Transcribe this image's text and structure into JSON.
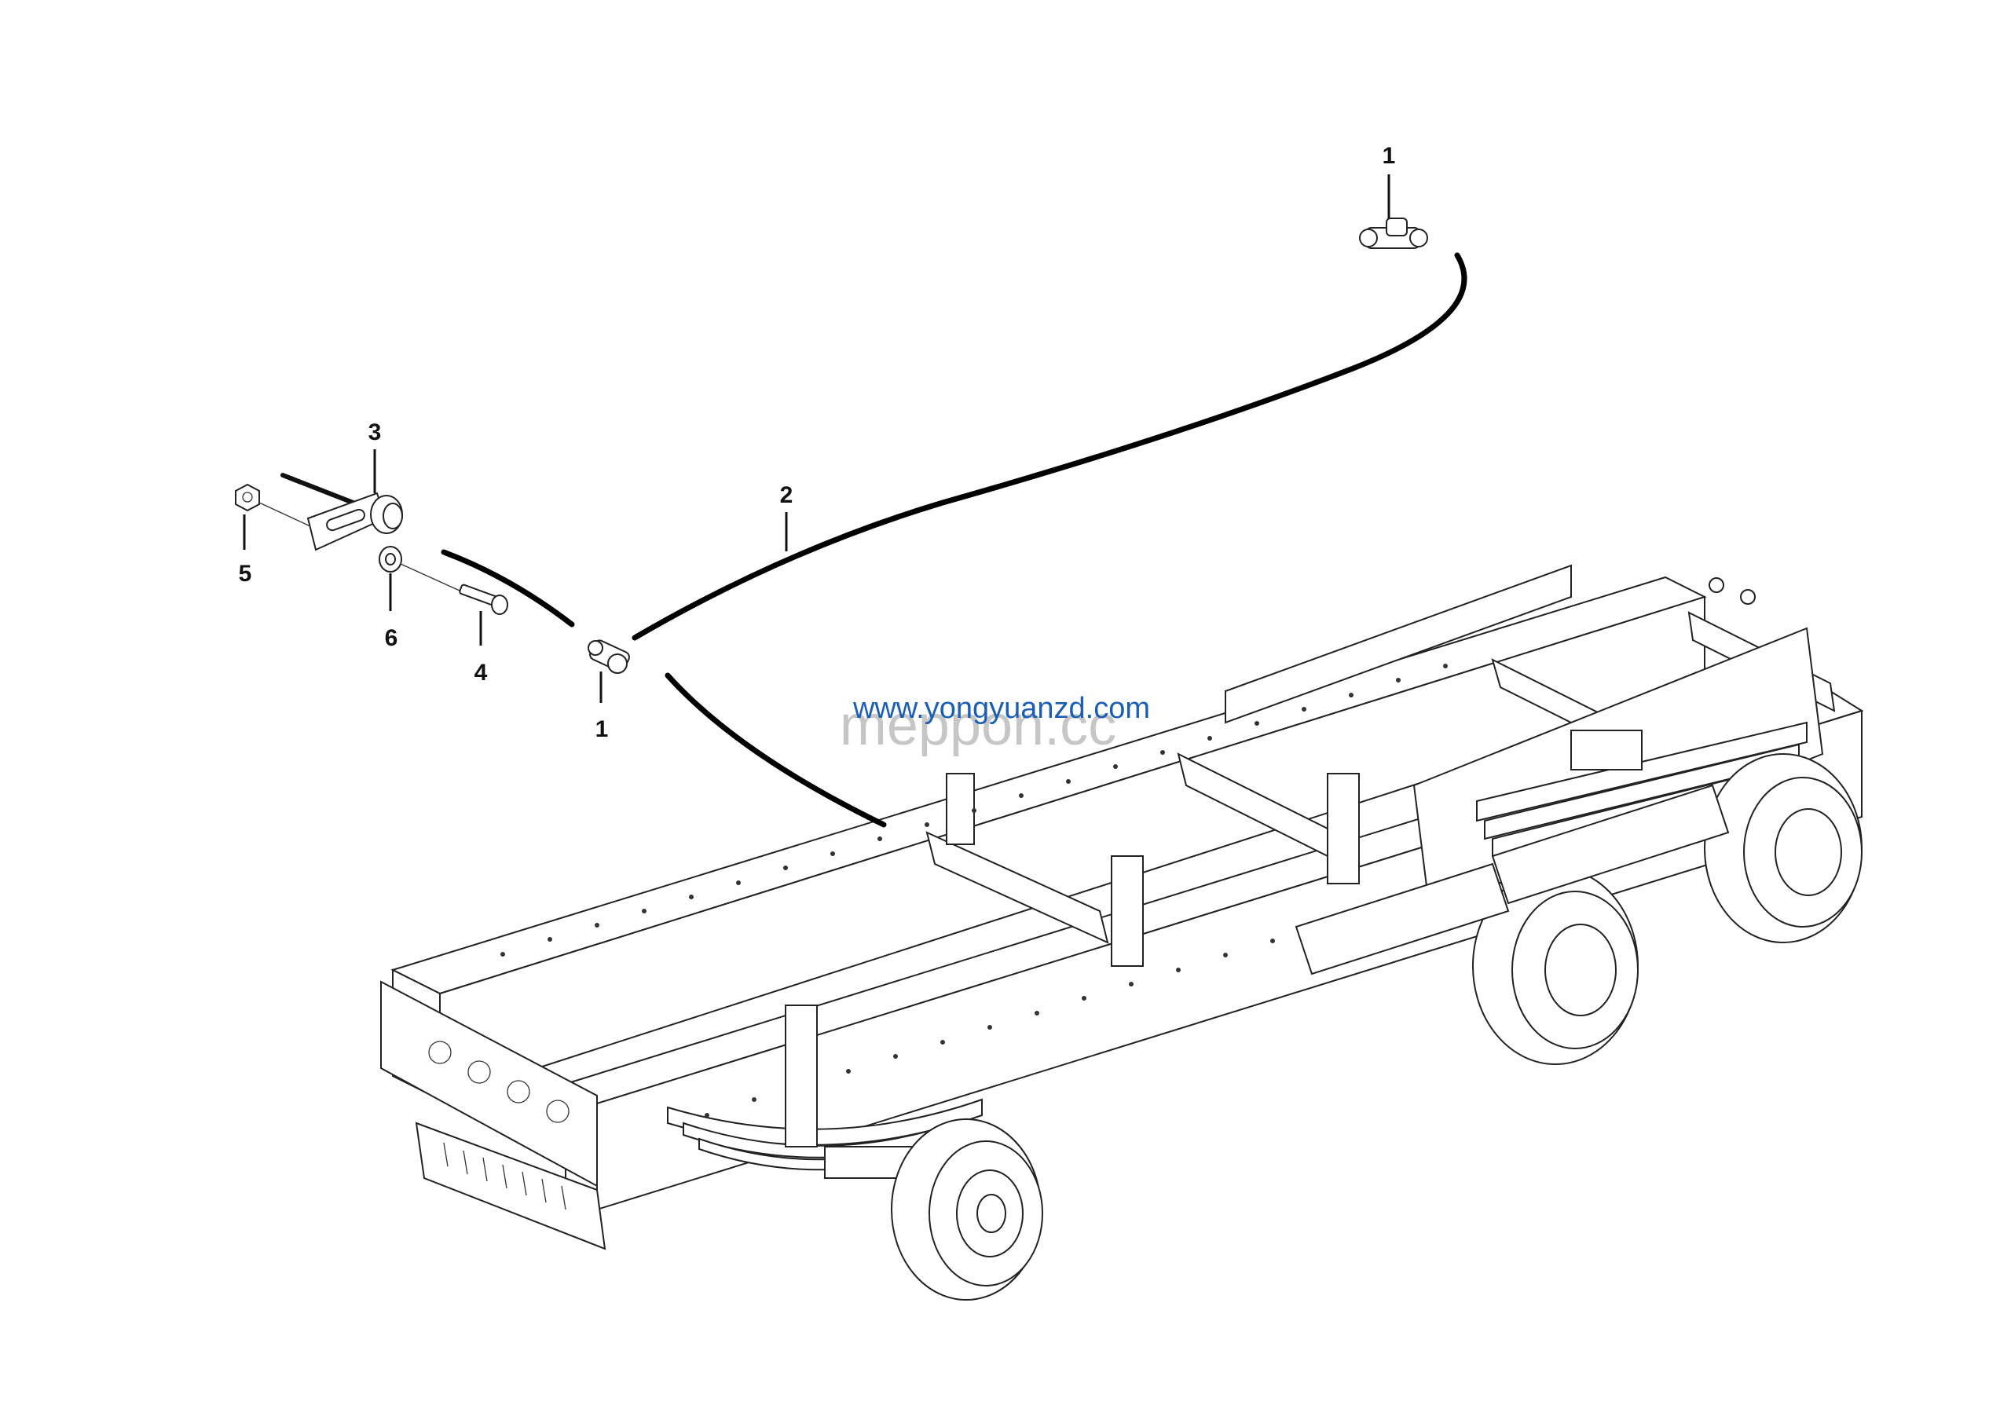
{
  "callouts": [
    {
      "id": "1a",
      "text": "1"
    },
    {
      "id": "1b",
      "text": "1"
    },
    {
      "id": "2",
      "text": "2"
    },
    {
      "id": "3",
      "text": "3"
    },
    {
      "id": "4",
      "text": "4"
    },
    {
      "id": "5",
      "text": "5"
    },
    {
      "id": "6",
      "text": "6"
    }
  ],
  "watermarks": {
    "url": "www.yongyuanzd.com",
    "brand": "meppon.cc"
  },
  "colors": {
    "ink": "#111111",
    "watermark_blue": "#1a5fb4",
    "watermark_gray": "#bdbdbd"
  }
}
